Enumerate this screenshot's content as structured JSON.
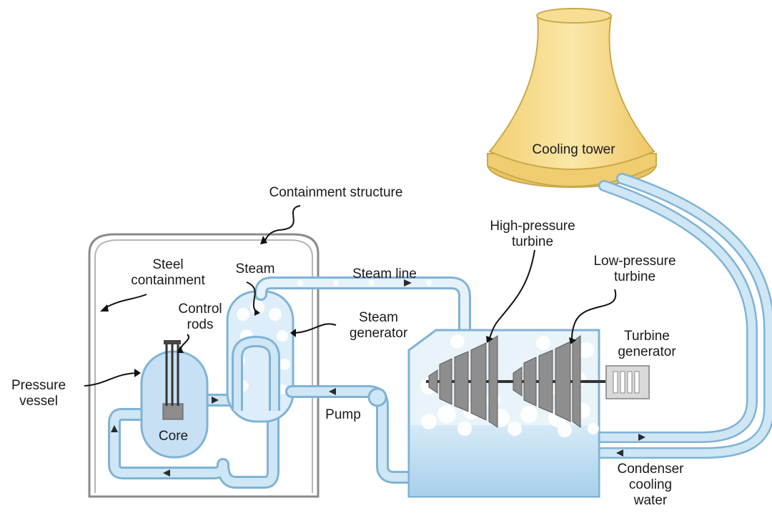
{
  "labels": {
    "cooling_tower": "Cooling tower",
    "containment_structure": "Containment structure",
    "high_pressure_turbine": "High-pressure\nturbine",
    "low_pressure_turbine": "Low-pressure\nturbine",
    "steel_containment": "Steel\ncontainment",
    "steam": "Steam",
    "steam_line": "Steam line",
    "control_rods": "Control\nrods",
    "steam_generator": "Steam\ngenerator",
    "turbine_generator": "Turbine\ngenerator",
    "pressure_vessel": "Pressure\nvessel",
    "pump": "Pump",
    "core": "Core",
    "condenser_cooling_water": "Condenser\ncooling\nwater"
  },
  "colors": {
    "pipe_fill": "#cfe6f5",
    "pipe_stroke": "#7fb3d6",
    "water": "#bfdcf0",
    "tower_fill": "#f6dc8e",
    "tower_stroke": "#c9a94a",
    "turbine_gray": "#8e8e8e",
    "containment_stroke": "#8a8a8a"
  }
}
